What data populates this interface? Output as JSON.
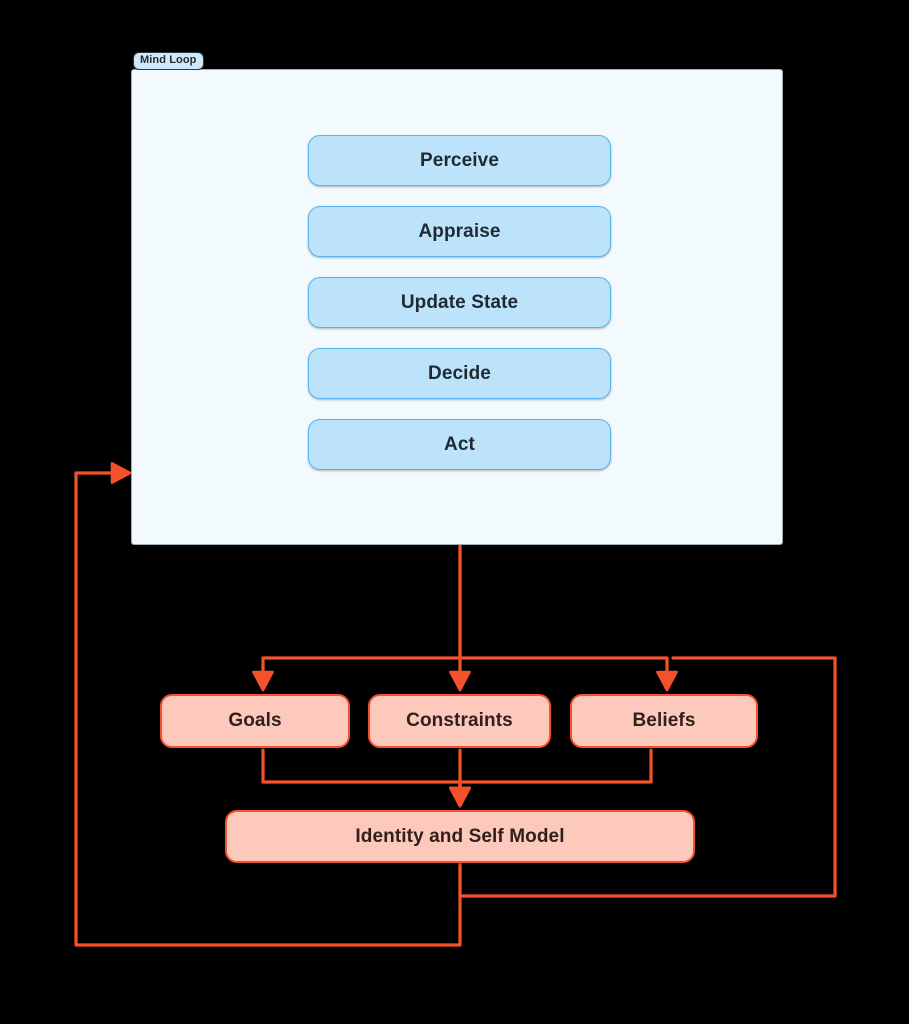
{
  "diagram": {
    "title": "Mind Loop",
    "background_color": "#000000",
    "subgraph": {
      "label": "Mind Loop",
      "fill": "#f3fafd",
      "border": "#9fadb8",
      "label_fill": "#cfe9fb",
      "label_border": "#2a3a45"
    },
    "palette": {
      "node_blue_fill": "#bde3fb",
      "node_blue_border": "#57b4ef",
      "node_pink_fill": "#fdc9bd",
      "node_pink_border": "#f4512c",
      "edge_gray": "#595959",
      "edge_blue": "#57b4ef",
      "edge_red": "#f4512c",
      "text_dark": "#1f2a33"
    },
    "loop_nodes": [
      {
        "id": "perceive",
        "label": "Perceive"
      },
      {
        "id": "appraise",
        "label": "Appraise"
      },
      {
        "id": "update_state",
        "label": "Update State"
      },
      {
        "id": "decide",
        "label": "Decide"
      },
      {
        "id": "act",
        "label": "Act"
      }
    ],
    "model_nodes": [
      {
        "id": "goals",
        "label": "Goals"
      },
      {
        "id": "constraints",
        "label": "Constraints"
      },
      {
        "id": "beliefs",
        "label": "Beliefs"
      }
    ],
    "identity_node": {
      "id": "identity",
      "label": "Identity and Self Model"
    },
    "edges": [
      {
        "from": "perceive",
        "to": "appraise",
        "style": "blue-chevron"
      },
      {
        "from": "appraise",
        "to": "update_state",
        "style": "blue-chevron"
      },
      {
        "from": "update_state",
        "to": "decide",
        "style": "blue-chevron"
      },
      {
        "from": "decide",
        "to": "act",
        "style": "blue-chevron"
      },
      {
        "from": "act",
        "to": "perceive",
        "style": "gray-arc-left"
      },
      {
        "from": "perceive",
        "to": "act",
        "style": "gray-arc-right"
      },
      {
        "from": "mind_loop",
        "to": "goals",
        "style": "red-orthogonal"
      },
      {
        "from": "mind_loop",
        "to": "constraints",
        "style": "red-orthogonal"
      },
      {
        "from": "mind_loop",
        "to": "beliefs",
        "style": "red-orthogonal"
      },
      {
        "from": "goals",
        "to": "identity",
        "style": "red-orthogonal"
      },
      {
        "from": "constraints",
        "to": "identity",
        "style": "red-orthogonal"
      },
      {
        "from": "beliefs",
        "to": "identity",
        "style": "red-orthogonal"
      },
      {
        "from": "identity",
        "to": "beliefs",
        "style": "red-orthogonal-right-loop"
      },
      {
        "from": "identity",
        "to": "mind_loop",
        "style": "red-orthogonal-left-loop"
      }
    ]
  }
}
